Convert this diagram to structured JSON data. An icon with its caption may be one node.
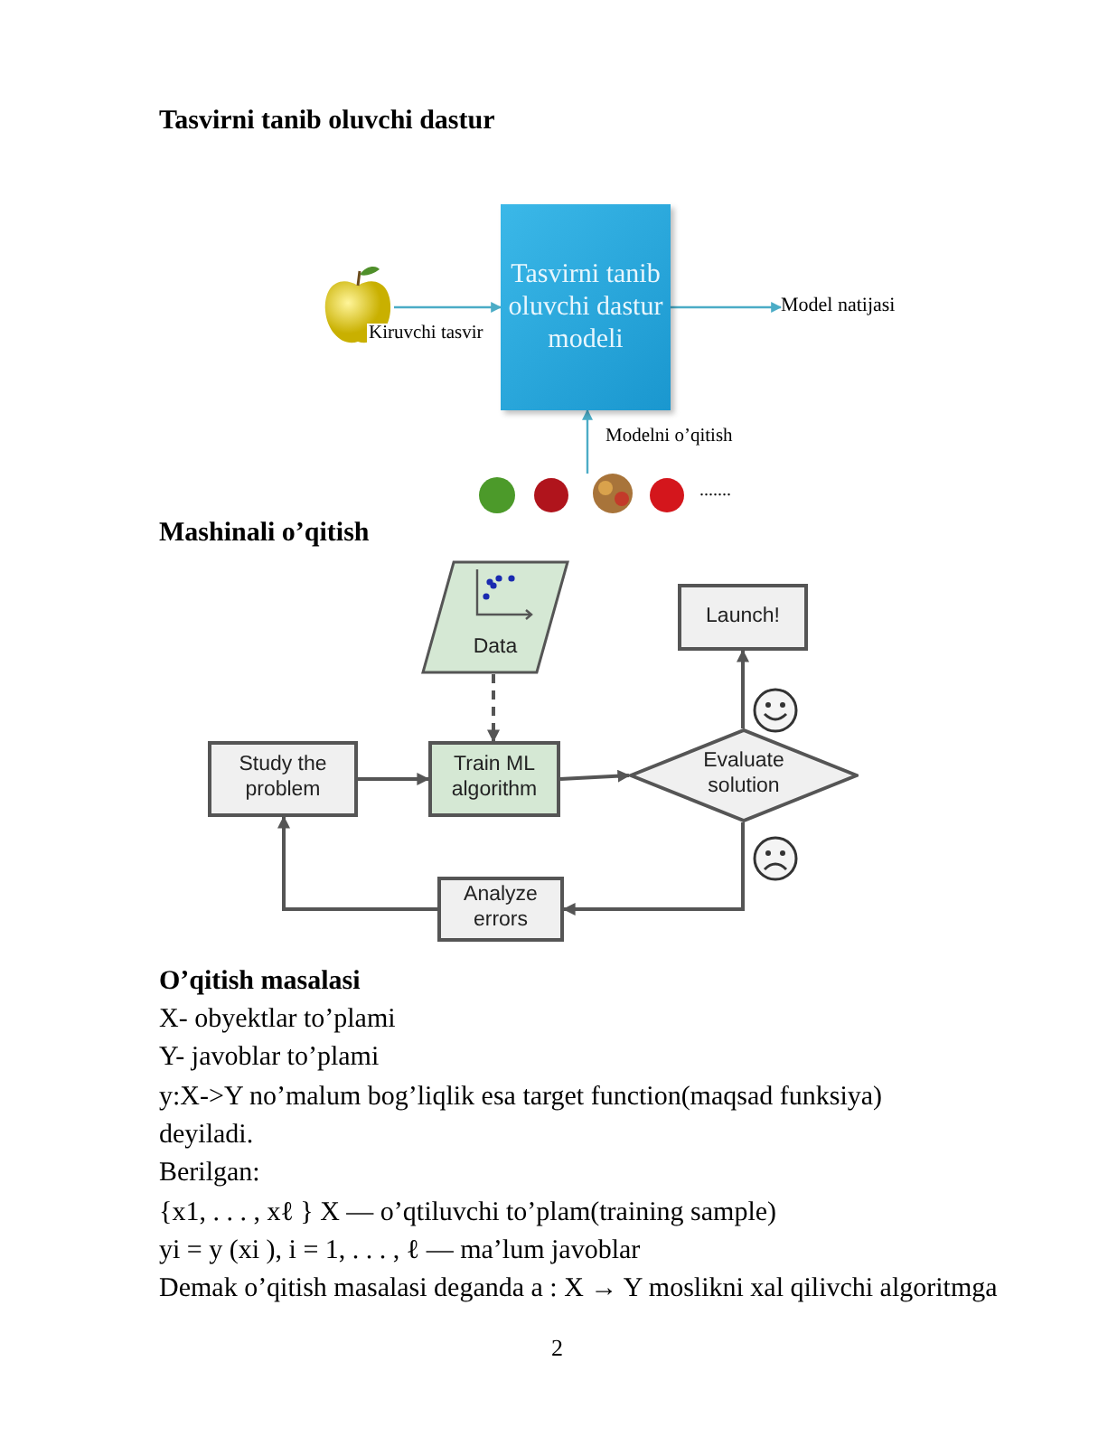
{
  "diagram": {
    "title": "Tasvirni tanib oluvchi dastur",
    "nodes": [
      {
        "text": [],
        "shape": "picture"
      },
      {
        "text": [
          "Tasvirni tanib oluvchi dastur modeli"
        ]
      },
      {
        "text": [
          "Model natijasi"
        ]
      },
      {
        "text": [],
        "shape": "picture"
      },
      {
        "text": [
          "Data"
        ]
      },
      {
        "text": [
          "Study the problem"
        ]
      },
      {
        "text": [
          "Train ML algorithm"
        ]
      },
      {
        "text": [
          "Evaluate solution"
        ]
      },
      {
        "text": [
          "Launch!"
        ]
      },
      {
        "text": [
          "Analyze errors"
        ]
      }
    ],
    "edges": [
      {
        "from": 0,
        "to": 1,
        "arrow": "to",
        "label": "Kiruvchi tasvir",
        "color": "#4bacc6"
      },
      {
        "from": 1,
        "to": 2,
        "arrow": "to",
        "color": "#4bacc6"
      },
      {
        "from": 3,
        "to": 1,
        "arrow": "to",
        "label": "Modelni o’qitish",
        "color": "#4bacc6"
      },
      {
        "from": 4,
        "to": 6,
        "arrow": "to",
        "style": "dashed"
      },
      {
        "from": 5,
        "to": 6,
        "arrow": "to"
      },
      {
        "from": 6,
        "to": 7,
        "arrow": "to"
      },
      {
        "from": 7,
        "to": 8,
        "arrow": "to"
      },
      {
        "from": 7,
        "to": 9,
        "arrow": "to"
      },
      {
        "from": 9,
        "to": 5,
        "arrow": "to"
      }
    ],
    "labels": [
      ".......",
      "Mashinali o’qitish",
      "O’qitish masalasi",
      "X- obyektlar to’plami",
      "Y- javoblar to’plami",
      "y:X->Y no’malum bog’liqlik esa target function(maqsad funksiya)",
      "deyiladi.",
      "Berilgan:",
      "{x1, . . . , xℓ } X — o’qtiluvchi to’plam(training sample)",
      "yi = y (xi ), i = 1, . . . , ℓ — ma’lum javoblar",
      "Demak o’qitish masalasi deganda a : X → Y moslikni xal qilivchi algoritmga",
      "2"
    ]
  }
}
